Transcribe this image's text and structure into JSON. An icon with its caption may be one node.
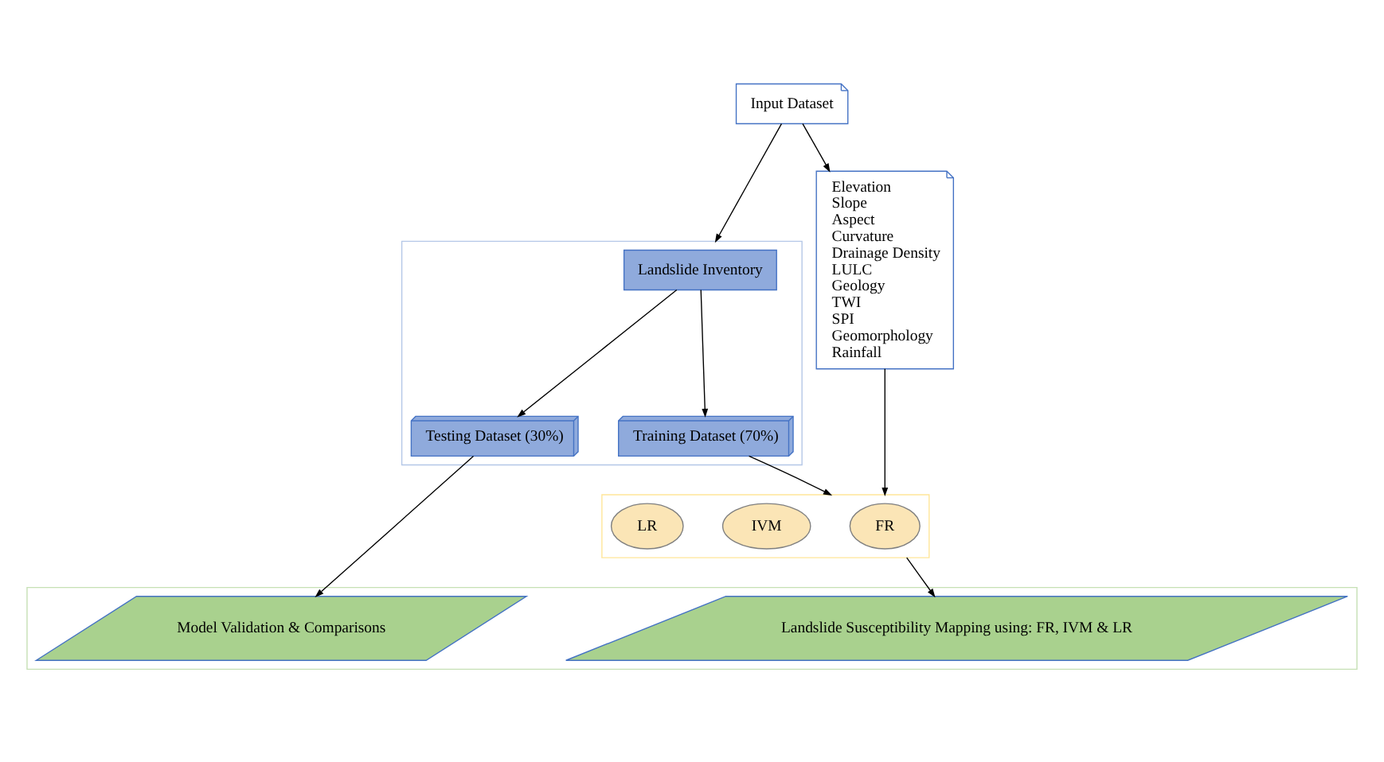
{
  "diagram": {
    "nodes": [
      {
        "text": [
          "Input Dataset"
        ]
      },
      {
        "text": [
          "Elevation",
          "Slope",
          "Aspect",
          "Curvature",
          "Drainage Density",
          "LULC",
          "Geology",
          "TWI",
          "SPI",
          "Geomorphology",
          "Rainfall"
        ]
      },
      {
        "text": [],
        "shape": "box"
      },
      {
        "text": [
          "Landslide Inventory"
        ],
        "in": 2
      },
      {
        "text": [
          "Training Dataset (70%)"
        ],
        "in": 2
      },
      {
        "text": [
          "Testing Dataset (30%)"
        ],
        "in": 2
      },
      {
        "text": [],
        "shape": "box"
      },
      {
        "text": [
          "FR"
        ],
        "in": 6
      },
      {
        "text": [
          "IVM"
        ],
        "in": 6
      },
      {
        "text": [
          "LR"
        ],
        "in": 6
      },
      {
        "text": [],
        "shape": "box"
      },
      {
        "text": [
          "Landslide Susceptibility Mapping using: FR, IVM & LR"
        ],
        "in": 10
      },
      {
        "text": [
          "Model Validation & Comparisons"
        ],
        "in": 10
      }
    ],
    "edges": [
      {
        "from": 0,
        "to": 1,
        "arrow": "to"
      },
      {
        "from": 0,
        "to": 2,
        "arrow": "to"
      },
      {
        "from": 3,
        "to": 4,
        "arrow": "to"
      },
      {
        "from": 3,
        "to": 5,
        "arrow": "to"
      },
      {
        "from": 1,
        "to": 6,
        "arrow": "to"
      },
      {
        "from": 4,
        "to": 6,
        "arrow": "to"
      },
      {
        "from": 6,
        "to": 11,
        "arrow": "to"
      },
      {
        "from": 5,
        "to": 12,
        "arrow": "to"
      }
    ]
  }
}
